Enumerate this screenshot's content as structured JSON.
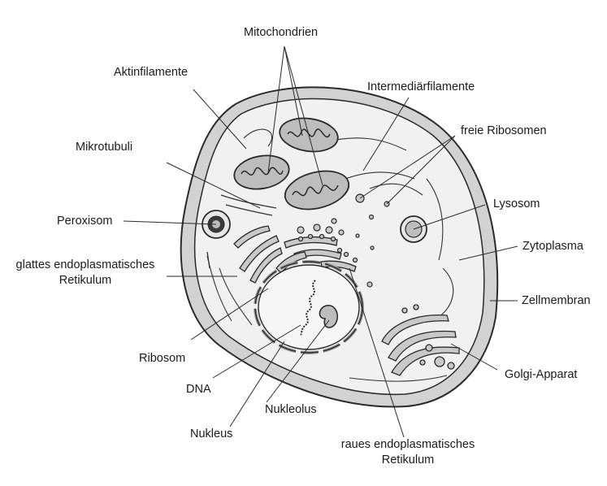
{
  "labels": {
    "mitochondrien": "Mitochondrien",
    "aktinfilamente": "Aktinfilamente",
    "intermediaerfilamente": "Intermediärfilamente",
    "freie_ribosomen": "freie Ribosomen",
    "mikrotubuli": "Mikrotubuli",
    "lysosom": "Lysosom",
    "peroxisom": "Peroxisom",
    "zytoplasma": "Zytoplasma",
    "glattes_er_line1": "glattes endoplasmatisches",
    "glattes_er_line2": "Retikulum",
    "zellmembran": "Zellmembran",
    "ribosom": "Ribosom",
    "golgi": "Golgi-Apparat",
    "dna": "DNA",
    "nukleolus": "Nukleolus",
    "nukleus": "Nukleus",
    "raues_er_line1": "raues endoplasmatisches",
    "raues_er_line2": "Retikulum"
  },
  "colors": {
    "line": "#2a2a2a",
    "membrane_fill": "#cfcfcf",
    "cytoplasm_fill": "#f1f1f1",
    "organelle_fill": "#bdbdbd",
    "text": "#1a1a1a"
  }
}
